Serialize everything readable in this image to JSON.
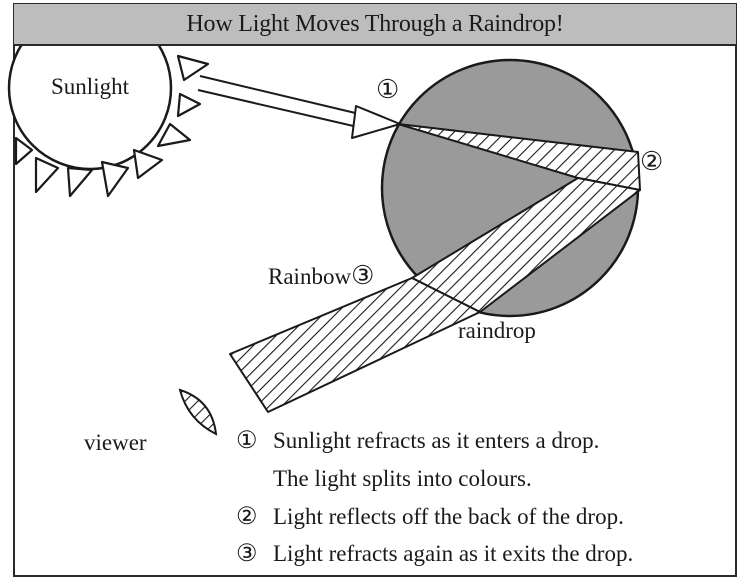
{
  "title": "How Light Moves Through a Raindrop!",
  "labels": {
    "sun": "Sunlight",
    "rainbow": "Rainbow",
    "raindrop": "raindrop",
    "viewer": "viewer"
  },
  "markers": {
    "one": "①",
    "two": "②",
    "three": "③"
  },
  "steps": [
    {
      "marker": "①",
      "lines": [
        "Sunlight refracts as it enters a drop.",
        "The light splits into colours."
      ]
    },
    {
      "marker": "②",
      "lines": [
        "Light reflects off the back of the drop."
      ]
    },
    {
      "marker": "③",
      "lines": [
        "Light refracts again as it exits the drop."
      ]
    }
  ],
  "colors": {
    "title_bar": "#bdbdbd",
    "raindrop_fill": "#9a9a9a",
    "line": "#1a1a1a",
    "background": "#ffffff"
  }
}
